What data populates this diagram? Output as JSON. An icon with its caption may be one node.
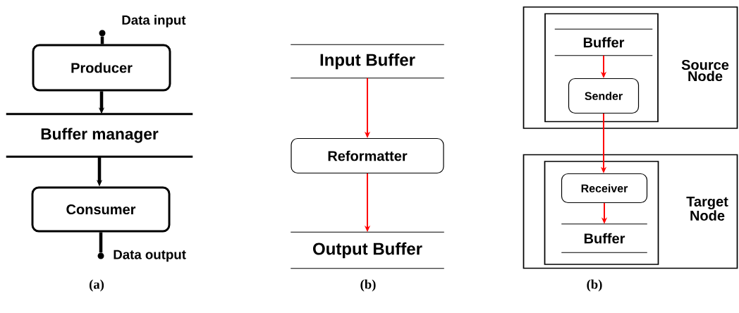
{
  "diagram": {
    "nodes": [
      {
        "text": [
          "Producer"
        ]
      },
      {
        "text": [
          "Buffer manager"
        ]
      },
      {
        "text": [
          "Consumer"
        ]
      },
      {
        "text": [],
        "shape": "circle",
        "beside": [
          "Data input"
        ]
      },
      {
        "text": [],
        "shape": "circle",
        "beside": [
          "Data output"
        ]
      },
      {
        "text": [
          "Input Buffer"
        ]
      },
      {
        "text": [
          "Reformatter"
        ]
      },
      {
        "text": [
          "Output Buffer"
        ]
      },
      {
        "text": [
          "Source Node"
        ]
      },
      {
        "text": [],
        "shape": "box",
        "in": 8
      },
      {
        "text": [
          "Buffer"
        ],
        "in": 9
      },
      {
        "text": [
          "Sender"
        ],
        "in": 9
      },
      {
        "text": [
          "Target Node"
        ]
      },
      {
        "text": [],
        "shape": "box",
        "in": 12
      },
      {
        "text": [
          "Receiver"
        ],
        "in": 13
      },
      {
        "text": [
          "Buffer"
        ],
        "in": 13
      }
    ],
    "edges": [
      {
        "from": 3,
        "to": 0,
        "arrow": "none",
        "style": "thick",
        "color": "#000000"
      },
      {
        "from": 0,
        "to": 1,
        "arrow": "to",
        "style": "thick",
        "color": "#000000"
      },
      {
        "from": 1,
        "to": 2,
        "arrow": "to",
        "style": "thick",
        "color": "#000000"
      },
      {
        "from": 2,
        "to": 4,
        "arrow": "none",
        "style": "thick",
        "color": "#000000"
      },
      {
        "from": 5,
        "to": 6,
        "arrow": "to"
      },
      {
        "from": 6,
        "to": 7,
        "arrow": "to"
      },
      {
        "from": 10,
        "to": 11,
        "arrow": "to"
      },
      {
        "from": 11,
        "to": 14,
        "arrow": "to"
      },
      {
        "from": 14,
        "to": 15,
        "arrow": "to"
      }
    ],
    "labels": [
      "(a)",
      "(b)",
      "(b)"
    ]
  }
}
